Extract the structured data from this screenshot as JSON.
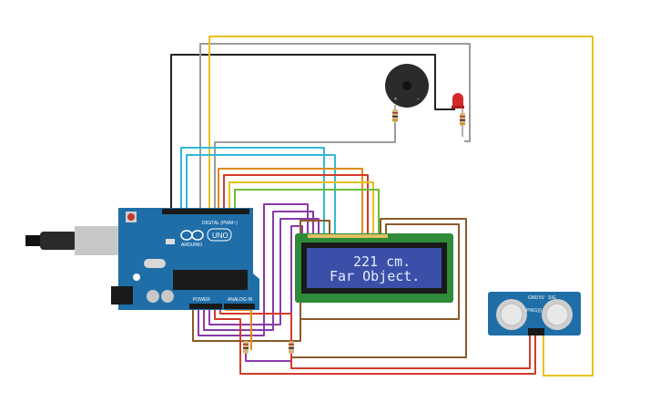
{
  "lcd": {
    "line1": "221 cm.",
    "line2": "Far Object."
  },
  "arduino": {
    "brand": "ARDUINO",
    "model": "UNO",
    "digital_label": "DIGITAL (PWM~)",
    "power_label": "POWER",
    "analog_label": "ANALOG IN"
  },
  "sensor": {
    "model": "PING)))",
    "pins": [
      "GND",
      "5V",
      "SIG"
    ]
  },
  "buzzer": {
    "plus": "+",
    "minus": "−"
  },
  "colors": {
    "board": "#1f6ea8",
    "lcd_screen": "#3b4fa8",
    "lcd_pcb": "#2f8a3a",
    "wire_black": "#222222",
    "wire_gray": "#9a9a9a",
    "wire_yellow": "#e8c21a",
    "wire_cyan": "#35b7d6",
    "wire_red": "#d33a2a",
    "wire_orange": "#e58a1a",
    "wire_green": "#6bbf3a",
    "wire_purple": "#8a3aa8",
    "wire_brown": "#8a5a2a"
  }
}
